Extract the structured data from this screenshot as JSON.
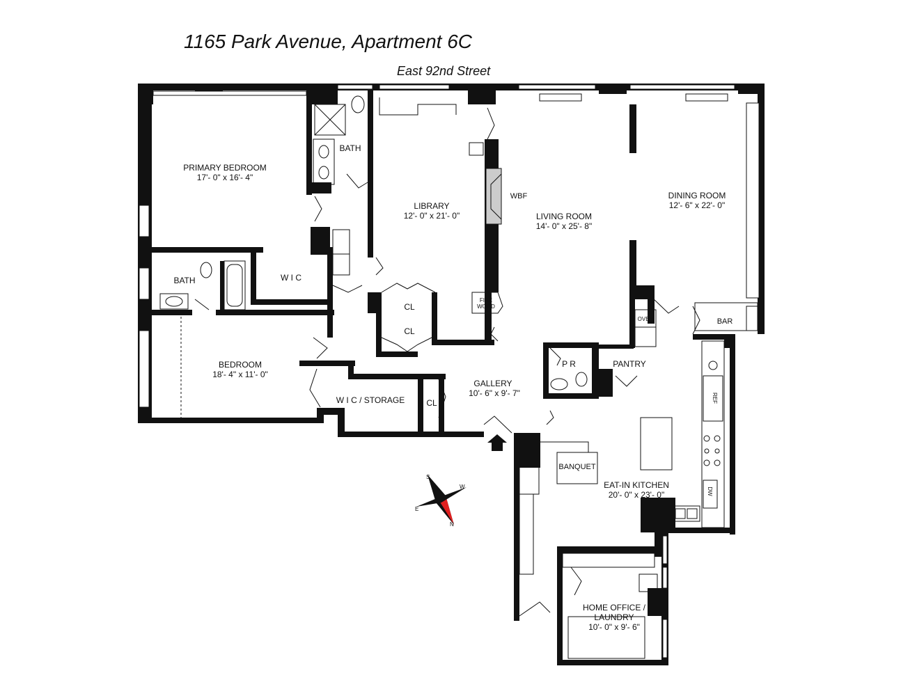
{
  "title": "1165 Park Avenue, Apartment 6C",
  "street": "East 92nd Street",
  "rooms": {
    "primary_bedroom": {
      "name": "PRIMARY BEDROOM",
      "dims": "17'- 0\" x 16'- 4\""
    },
    "bath_primary": {
      "name": "BATH"
    },
    "library": {
      "name": "LIBRARY",
      "dims": "12'- 0\" x 21'- 0\""
    },
    "wbf": {
      "name": "WBF"
    },
    "living_room": {
      "name": "LIVING ROOM",
      "dims": "14'- 0\" x 25'- 8\""
    },
    "dining_room": {
      "name": "DINING ROOM",
      "dims": "12'- 6\" x 22'- 0\""
    },
    "bath_second": {
      "name": "BATH"
    },
    "wic_primary": {
      "name": "W I C"
    },
    "closet_1": {
      "name": "CL"
    },
    "closet_2": {
      "name": "CL"
    },
    "firewood_1": {
      "name": "FIRE"
    },
    "firewood_2": {
      "name": "WOOD"
    },
    "oven": {
      "name": "OVEN"
    },
    "bar": {
      "name": "BAR"
    },
    "bedroom": {
      "name": "BEDROOM",
      "dims": "18'- 4\" x 11'- 0\""
    },
    "powder_room": {
      "name": "P R"
    },
    "pantry": {
      "name": "PANTRY"
    },
    "gallery": {
      "name": "GALLERY",
      "dims": "10'- 6\" x 9'- 7\""
    },
    "wic_storage": {
      "name": "W I C / STORAGE"
    },
    "closet_3": {
      "name": "CL"
    },
    "ref": {
      "name": "REF"
    },
    "banquet": {
      "name": "BANQUET"
    },
    "kitchen": {
      "name": "EAT-IN KITCHEN",
      "dims": "20'- 0\" x 23'- 0\""
    },
    "dw": {
      "name": "DW"
    },
    "office_1": {
      "name": "HOME OFFICE /"
    },
    "office_2": {
      "name": "LAUNDRY"
    },
    "office_dims": {
      "dims": "10'- 0\" x 9'- 6\""
    }
  },
  "compass": {
    "n": "N",
    "s": "S",
    "e": "E",
    "w": "W"
  },
  "colors": {
    "wall": "#111111",
    "compass_north": "#e02020"
  }
}
